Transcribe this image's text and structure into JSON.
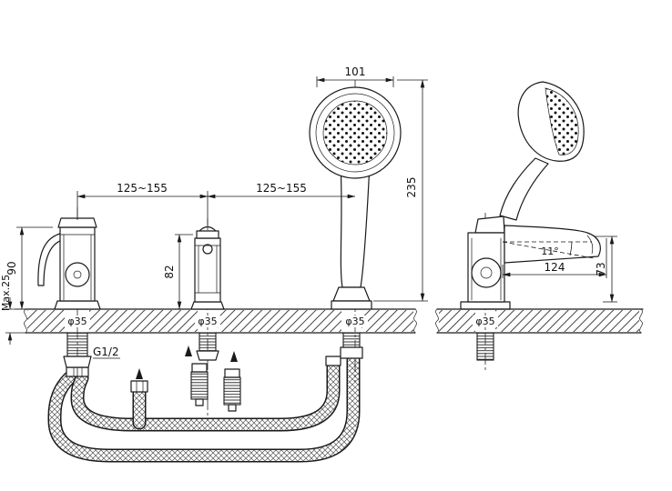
{
  "colors": {
    "ink": "#1a1a1a",
    "background": "#ffffff"
  },
  "drawing": {
    "labels": {
      "head_width": "101",
      "shower_height": "235",
      "span_left": "125~155",
      "span_right": "125~155",
      "mixer_height": "90",
      "diverter_height": "82",
      "deck_thickness": "Max.25",
      "thread": "G1/2",
      "hole_front_1": "φ35",
      "hole_front_2": "φ35",
      "hole_front_3": "φ35",
      "hole_side": "φ35",
      "spout_angle": "11°",
      "spout_reach": "124",
      "spout_height": "73"
    }
  }
}
